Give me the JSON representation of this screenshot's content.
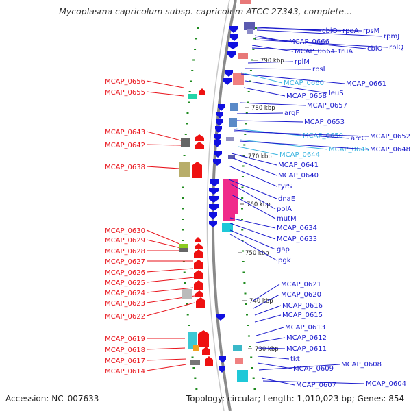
{
  "title": "Mycoplasma capricolum subsp. capricolum ATCC 27343, complete...",
  "footer": {
    "accession": "Accession: NC_007633",
    "topology": "Topology: circular; Length: 1,010,023 bp; Genes: 854"
  },
  "colors": {
    "left_label": "#e8121a",
    "right_label": "#1a1acc",
    "rna_label": "#3ab4e0",
    "backbone": "#8a8a8a",
    "gc_tick": "#1e8a1e"
  },
  "kbp_markers": [
    "790 kbp",
    "780 kbp",
    "770 kbp",
    "760 kbp",
    "750 kbp",
    "740 kbp",
    "730 kbp"
  ],
  "left_labels": [
    "MCAP_0656",
    "MCAP_0655",
    "MCAP_0643",
    "MCAP_0642",
    "MCAP_0638",
    "MCAP_0630",
    "MCAP_0629",
    "MCAP_0628",
    "MCAP_0627",
    "MCAP_0626",
    "MCAP_0625",
    "MCAP_0624",
    "MCAP_0623",
    "MCAP_0622",
    "MCAP_0619",
    "MCAP_0618",
    "MCAP_0617",
    "MCAP_0614"
  ],
  "right_labels": [
    {
      "text": "cbiO",
      "kind": "protein"
    },
    {
      "text": "rpoA",
      "kind": "protein"
    },
    {
      "text": "rpsM",
      "kind": "protein"
    },
    {
      "text": "rpmJ",
      "kind": "protein"
    },
    {
      "text": "MCAP_0666",
      "kind": "protein"
    },
    {
      "text": "cbiO",
      "kind": "protein"
    },
    {
      "text": "rplQ",
      "kind": "protein"
    },
    {
      "text": "MCAP_0664",
      "kind": "protein"
    },
    {
      "text": "truA",
      "kind": "protein"
    },
    {
      "text": "rplM",
      "kind": "protein"
    },
    {
      "text": "rpsI",
      "kind": "protein"
    },
    {
      "text": "MCAP_0660",
      "kind": "rna"
    },
    {
      "text": "MCAP_0661",
      "kind": "protein"
    },
    {
      "text": "leuS",
      "kind": "protein"
    },
    {
      "text": "MCAP_0658",
      "kind": "protein"
    },
    {
      "text": "MCAP_0657",
      "kind": "protein"
    },
    {
      "text": "argF",
      "kind": "protein"
    },
    {
      "text": "MCAP_0653",
      "kind": "protein"
    },
    {
      "text": "MCAP_0650",
      "kind": "rna"
    },
    {
      "text": "arcC",
      "kind": "protein"
    },
    {
      "text": "MCAP_0652",
      "kind": "protein"
    },
    {
      "text": "MCAP_0645",
      "kind": "rna"
    },
    {
      "text": "MCAP_0648",
      "kind": "protein"
    },
    {
      "text": "MCAP_0644",
      "kind": "rna"
    },
    {
      "text": "MCAP_0641",
      "kind": "protein"
    },
    {
      "text": "MCAP_0640",
      "kind": "protein"
    },
    {
      "text": "tyrS",
      "kind": "protein"
    },
    {
      "text": "dnaE",
      "kind": "protein"
    },
    {
      "text": "polA",
      "kind": "protein"
    },
    {
      "text": "mutM",
      "kind": "protein"
    },
    {
      "text": "MCAP_0634",
      "kind": "protein"
    },
    {
      "text": "MCAP_0633",
      "kind": "protein"
    },
    {
      "text": "gap",
      "kind": "protein"
    },
    {
      "text": "pgk",
      "kind": "protein"
    },
    {
      "text": "MCAP_0621",
      "kind": "protein"
    },
    {
      "text": "MCAP_0620",
      "kind": "protein"
    },
    {
      "text": "MCAP_0616",
      "kind": "protein"
    },
    {
      "text": "MCAP_0615",
      "kind": "protein"
    },
    {
      "text": "MCAP_0613",
      "kind": "protein"
    },
    {
      "text": "MCAP_0612",
      "kind": "protein"
    },
    {
      "text": "MCAP_0611",
      "kind": "protein"
    },
    {
      "text": "tkt",
      "kind": "protein"
    },
    {
      "text": "MCAP_0609",
      "kind": "protein"
    },
    {
      "text": "MCAP_0608",
      "kind": "protein"
    },
    {
      "text": "MCAP_0607",
      "kind": "protein"
    },
    {
      "text": "MCAP_0604",
      "kind": "protein"
    }
  ]
}
